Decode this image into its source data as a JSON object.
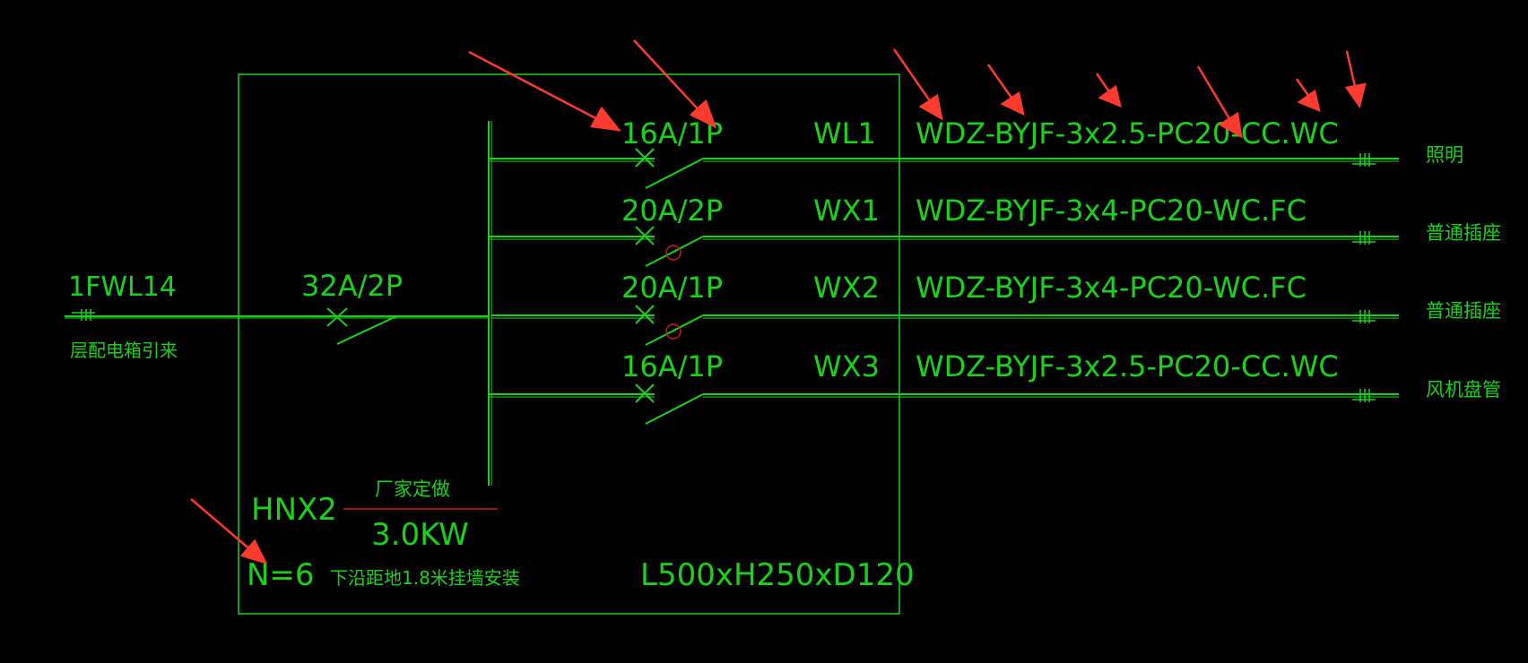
{
  "colors": {
    "background": "#000000",
    "line": "#1bd21b",
    "accent_red": "#ff3b30",
    "note_line_red": "#c81e1e"
  },
  "incoming": {
    "feeder_id": "1FWL14",
    "source_note": "层配电箱引来"
  },
  "main_breaker": {
    "rating": "32A/2P"
  },
  "branches": [
    {
      "breaker": "16A/1P",
      "circuit": "WL1",
      "cable": "WDZ-BYJF-3x2.5-PC20-CC.WC",
      "load": "照明",
      "rcd": false
    },
    {
      "breaker": "20A/2P",
      "circuit": "WX1",
      "cable": "WDZ-BYJF-3x4-PC20-WC.FC",
      "load": "普通插座",
      "rcd": true
    },
    {
      "breaker": "20A/1P",
      "circuit": "WX2",
      "cable": "WDZ-BYJF-3x4-PC20-WC.FC",
      "load": "普通插座",
      "rcd": true
    },
    {
      "breaker": "16A/1P",
      "circuit": "WX3",
      "cable": "WDZ-BYJF-3x2.5-PC20-CC.WC",
      "load": "风机盘管",
      "rcd": false
    }
  ],
  "panel": {
    "name": "HNX2",
    "supplier_note": "厂家定做",
    "power": "3.0KW",
    "count": "N=6",
    "install_note": "下沿距地1.8米挂墙安装",
    "dimensions": "L500xH250xD120"
  },
  "annotation_arrows": 9
}
